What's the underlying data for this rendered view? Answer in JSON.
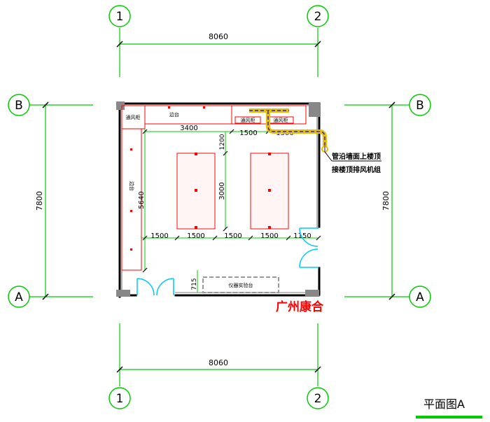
{
  "axes": {
    "col1": "1",
    "col2": "2",
    "rowA": "A",
    "rowB": "B"
  },
  "dimensions": {
    "width_top": "8060",
    "width_bottom": "8060",
    "height_left": "7800",
    "height_right": "7800",
    "bench_top_len": "3400",
    "gap_top": "1200",
    "left_bench_len": "5640",
    "table_len": "3000",
    "spacing": [
      "1500",
      "1500",
      "1500",
      "1500",
      "1150"
    ],
    "duct_len_1": "1500",
    "duct_len_2": "1500",
    "bottom_gap": "715"
  },
  "labels": {
    "top_left_box": "通风柜",
    "top_bench": "边台",
    "hood_1": "通风柜",
    "hood_2": "通风柜",
    "left_bench": "边台",
    "bottom_bench": "仪器实验台",
    "note_line1": "管沿墙面上楼顶",
    "note_line2": "接楼顶排风机组",
    "company": "广州康合",
    "plan_title": "平面图A"
  },
  "colors": {
    "axis_line": "#00cc00",
    "furniture": "#ff0000",
    "duct": "#0000ff",
    "duct_outline": "#e8c000",
    "door": "#00c8ff",
    "wall": "#000000",
    "company_text": "#ff0000",
    "title_underline": "#00cc00"
  }
}
